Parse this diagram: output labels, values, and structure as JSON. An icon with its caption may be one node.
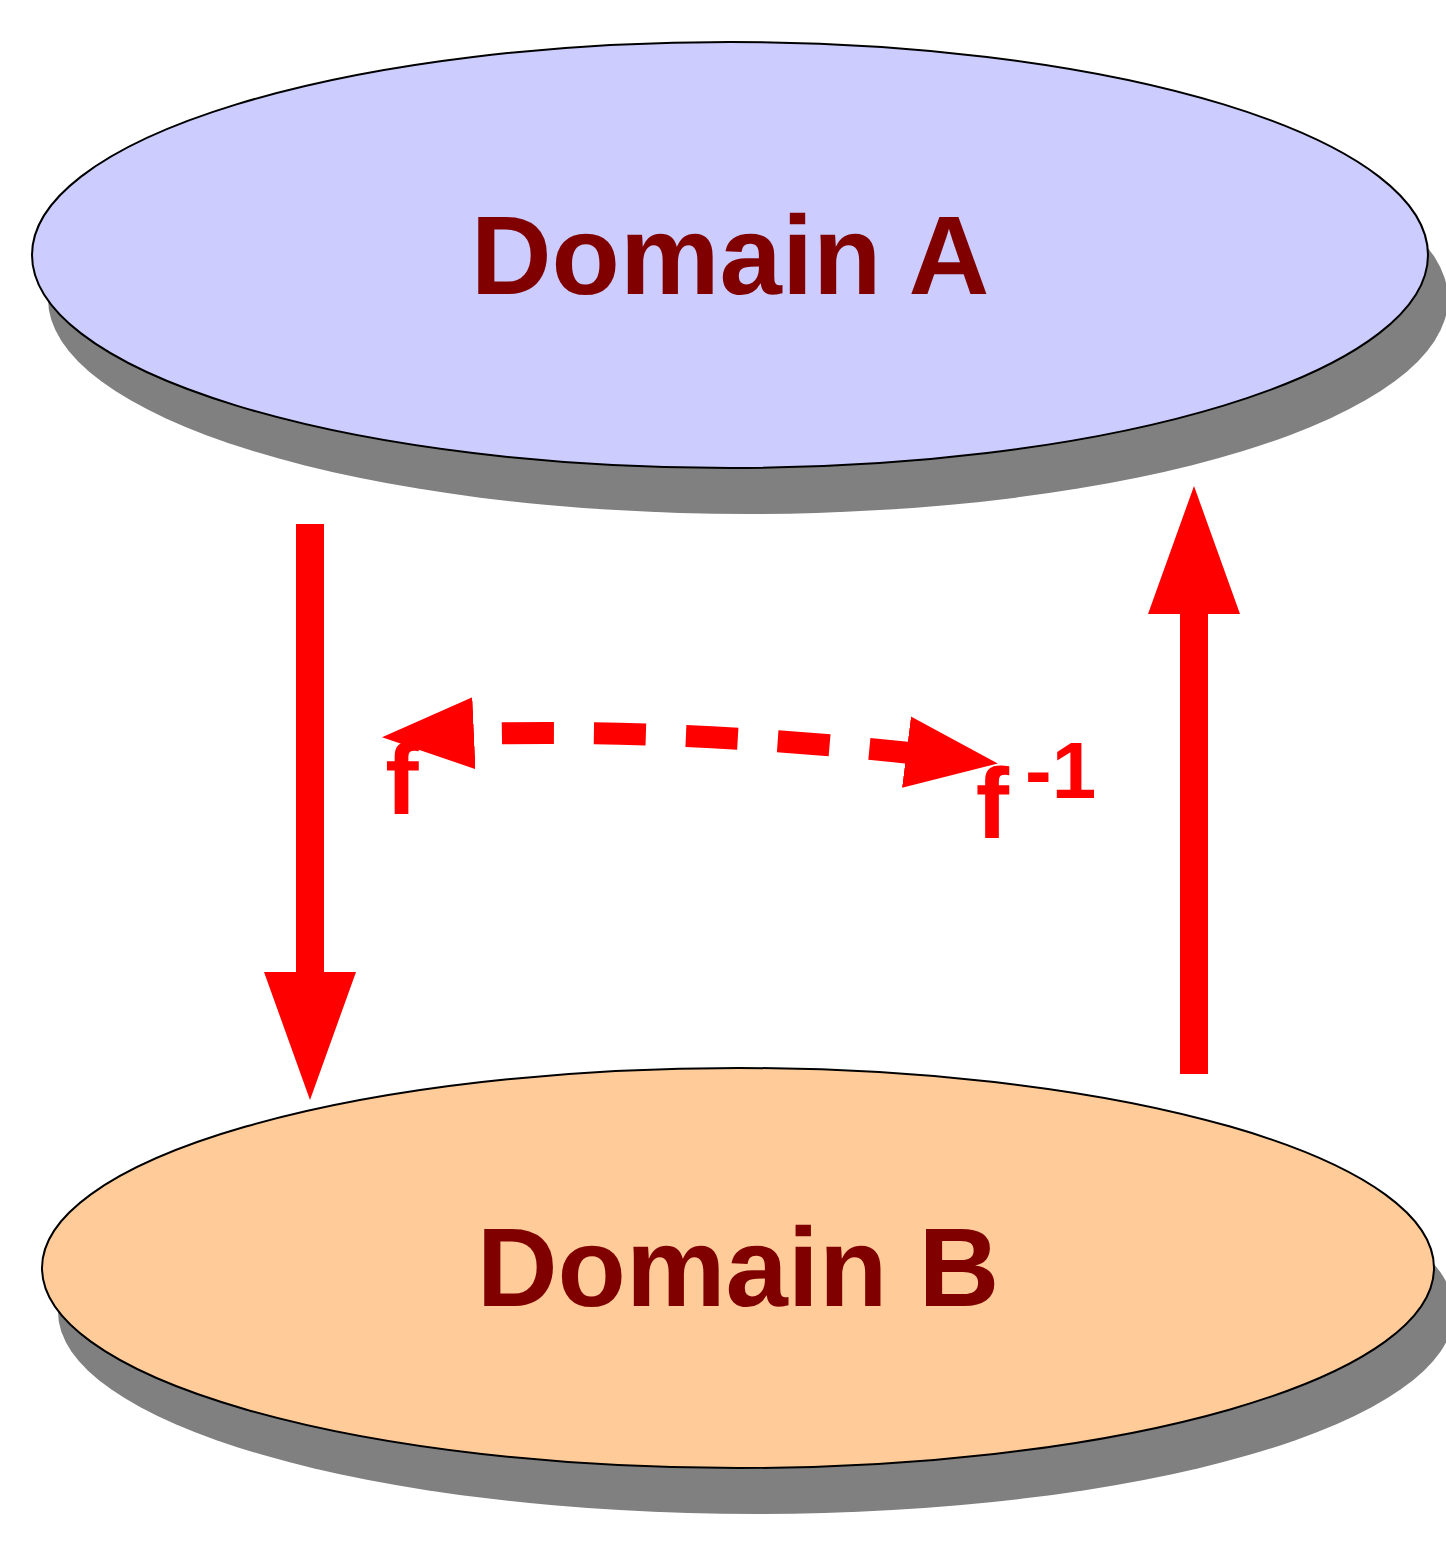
{
  "diagram": {
    "nodes": [
      {
        "text": [
          "Domain A"
        ]
      },
      {
        "text": [
          "Domain B"
        ]
      },
      {
        "text": [
          "f"
        ]
      },
      {
        "text": [
          "f$^{-1}$"
        ]
      }
    ],
    "edges": [
      {
        "from": 0,
        "to": 1,
        "arrow": "to"
      },
      {
        "from": 1,
        "to": 0,
        "arrow": "to"
      },
      {
        "from": 2,
        "to": 3,
        "arrow": "both",
        "style": "dashed"
      }
    ]
  }
}
